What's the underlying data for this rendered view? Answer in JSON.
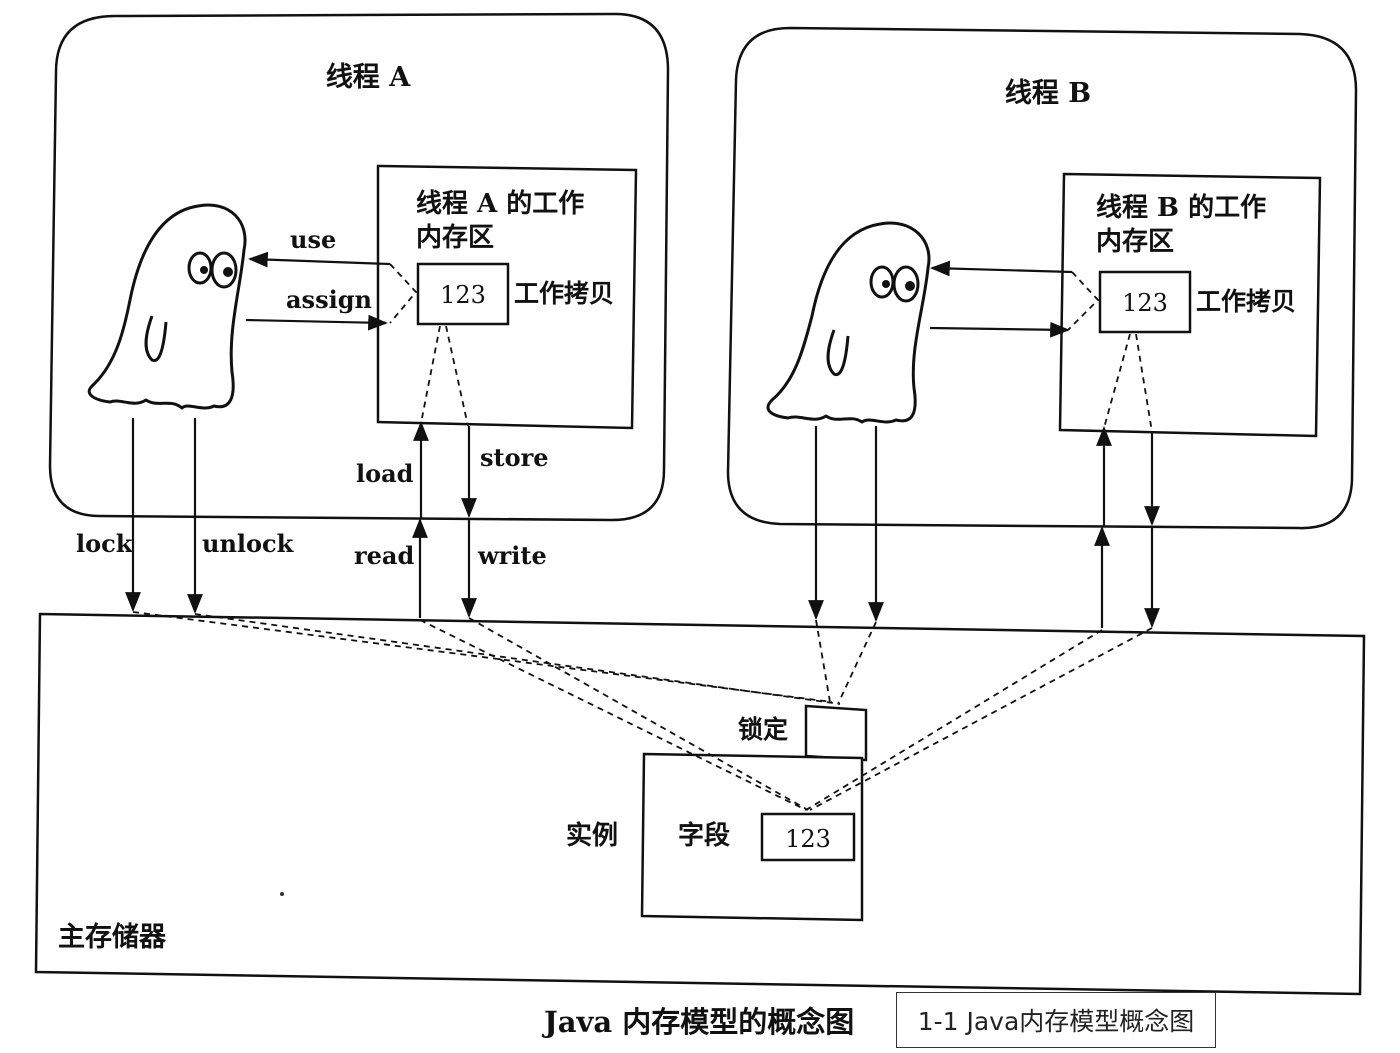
{
  "thread_a": {
    "title": "线程 A",
    "work_area_line1": "线程 A 的工作",
    "work_area_line2": "内存区",
    "copy_value": "123",
    "copy_label": "工作拷贝",
    "ops": {
      "use": "use",
      "assign": "assign",
      "load": "load",
      "store": "store",
      "lock": "lock",
      "unlock": "unlock",
      "read": "read",
      "write": "write"
    }
  },
  "thread_b": {
    "title": "线程 B",
    "work_area_line1": "线程 B 的工作",
    "work_area_line2": "内存区",
    "copy_value": "123",
    "copy_label": "工作拷贝"
  },
  "main_memory": {
    "label": "主存储器",
    "instance_label": "实例",
    "field_label": "字段",
    "field_value": "123",
    "lock_label": "锁定"
  },
  "figure_title": "Java 内存模型的概念图",
  "caption_badge": "1-1 Java内存模型概念图"
}
